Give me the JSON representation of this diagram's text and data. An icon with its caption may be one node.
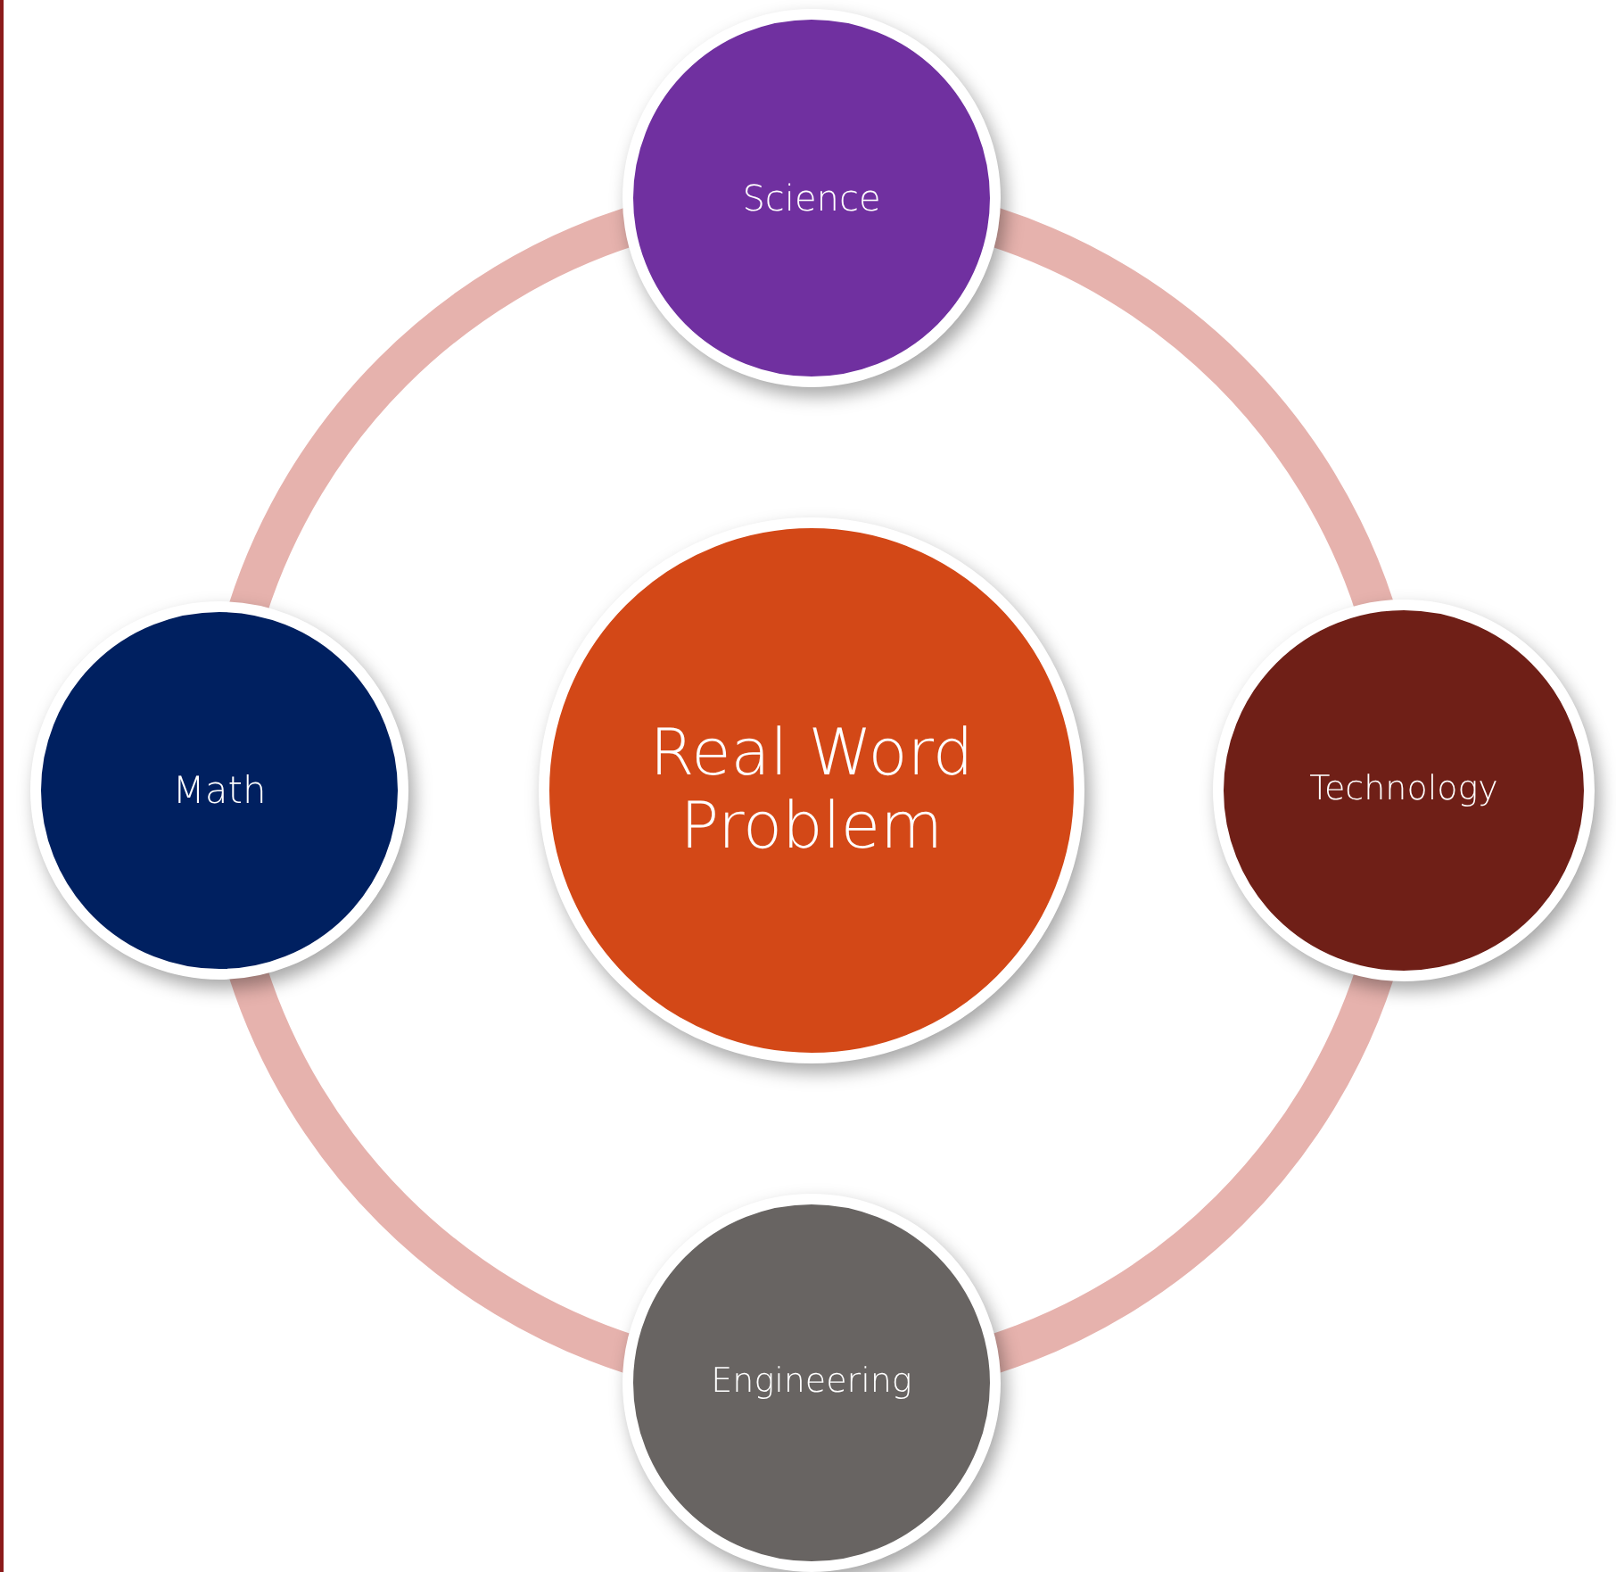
{
  "diagram": {
    "nodes": [
      {
        "text": [
          "Science"
        ]
      },
      {
        "text": [
          "Math"
        ]
      },
      {
        "text": [
          "Real Word Problem"
        ]
      },
      {
        "text": [
          "Technology"
        ]
      },
      {
        "text": [
          "Engineering"
        ]
      }
    ],
    "edges": [
      {
        "from": 1,
        "to": 0,
        "arrow": "none"
      },
      {
        "from": 0,
        "to": 3,
        "arrow": "none"
      },
      {
        "from": 3,
        "to": 4,
        "arrow": "none"
      },
      {
        "from": 4,
        "to": 1,
        "arrow": "none"
      }
    ]
  }
}
